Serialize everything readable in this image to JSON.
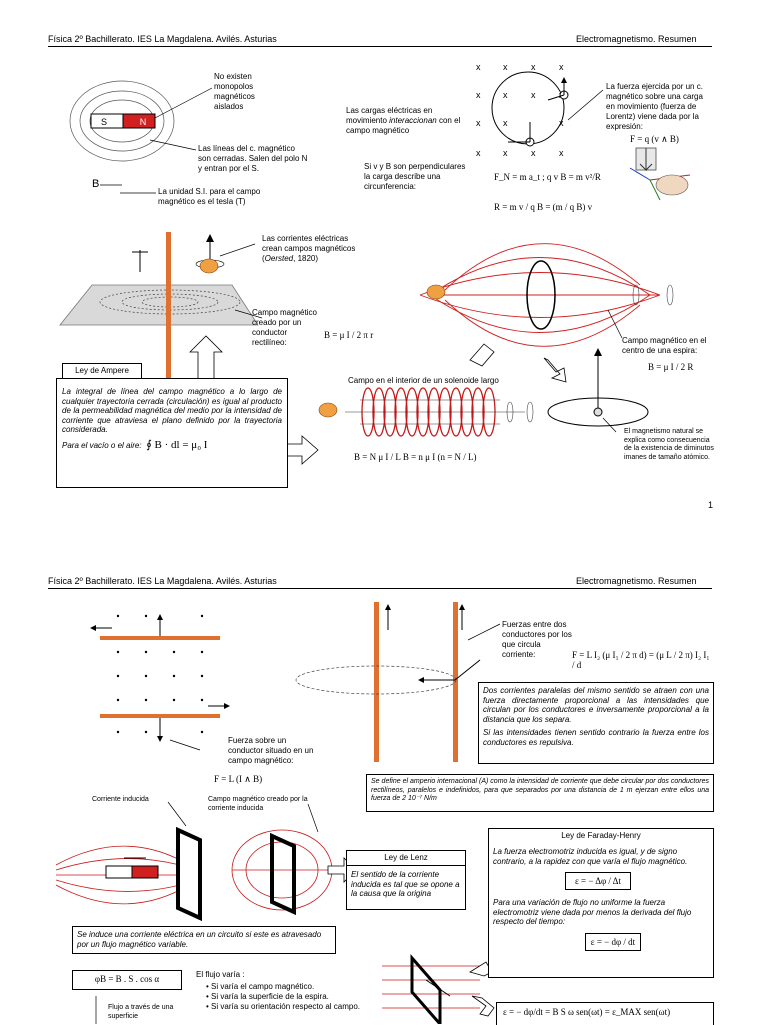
{
  "page1": {
    "header_left": "Física 2º Bachillerato. IES La Magdalena. Avilés. Asturias",
    "header_right": "Electromagnetismo. Resumen",
    "magnet_s": "S",
    "magnet_n": "N",
    "no_monopolos": "No existen monopolos magnéticos aislados",
    "lineas_cerradas": "Las líneas del c. magnético son cerradas. Salen del polo N y entran por el S.",
    "b_label": "B",
    "unidad_tesla": "La unidad S.I. para el campo magnético es el tesla (T)",
    "cargas_interaccionan_1": "Las cargas eléctricas en movimiento ",
    "cargas_interaccionan_it": "interaccionan",
    "cargas_interaccionan_2": " con el campo magnético",
    "perpendiculares": "Si v y B son perpendiculares la carga describe una circunferencia:",
    "lorentz": "La fuerza ejercida por un c. magnético sobre una carga en movimiento (fuerza de Lorentz) viene dada por la expresión:",
    "lorentz_formula": "F = q (v ∧ B)",
    "fn_formula": "F_N = m a_t ; q v B = m v²/R",
    "r_formula": "R = m v / q B = (m / q B) v",
    "oersted_1": "Las corrientes eléctricas crean campos magnéticos (",
    "oersted_it": "Oersted",
    "oersted_2": ", 1820)",
    "rectilineo": "Campo magnético creado por un conductor rectilíneo:",
    "rectilineo_formula": "B = μ I / 2 π r",
    "espira": "Campo magnético en el centro de una espira:",
    "espira_formula": "B = μ I / 2 R",
    "ampere_title": "Ley de Ampere",
    "ampere_text": "La integral de línea del campo magnético a lo largo de cualquier trayectoria cerrada (circulación) es igual al producto de la permeabilidad magnética del medio por la intensidad de corriente que atraviesa el plano definido por la trayectoria considerada.",
    "ampere_vacio": "Para el vacío o el aire:",
    "ampere_formula": "∮ B · dl = μ₀ I",
    "solenoide": "Campo en el interior de un solenoide largo",
    "solenoide_formula": "B = N μ I / L   B = n μ I  (n = N / L)",
    "magnetismo_natural": "El magnetismo natural se explica como consecuencia de la existencia de diminutos imanes de tamaño atómico.",
    "page_number": "1"
  },
  "page2": {
    "header_left": "Física 2º Bachillerato. IES La Magdalena. Avilés. Asturias",
    "header_right": "Electromagnetismo. Resumen",
    "fuerza_conductor": "Fuerza sobre un conductor situado en un campo magnético:",
    "fuerza_conductor_formula": "F = L (I ∧ B)",
    "fuerzas_entre": "Fuerzas entre dos conductores por los que circula corriente:",
    "fuerzas_formula": "F = L I₂ (μ I₁ / 2 π d) = (μ L / 2 π) I₂ I₁ / d",
    "paralelas_1": "Dos corrientes paralelas del mismo sentido se atraen con una fuerza directamente proporcional a las intensidades que circulan por los conductores e inversamente proporcional a la distancia que los separa.",
    "paralelas_2": "Si las intensidades tienen sentido contrario la fuerza entre los conductores es repulsiva.",
    "amperio": "Se define el amperio internacional (A) como la intensidad de corriente que debe circular por dos conductores rectilíneos, paralelos e indefinidos, para que separados por una distancia de 1 m ejerzan entre ellos una fuerza de 2 10⁻⁷ N/m",
    "corriente_inducida": "Corriente inducida",
    "campo_creado": "Campo magnético creado por la corriente inducida",
    "lenz_title": "Ley de Lenz",
    "lenz_text": "El sentido de la corriente inducida es tal que se opone a la causa que la origina",
    "faraday_title": "Ley de Faraday-Henry",
    "faraday_text": "La fuerza electromotriz inducida es igual, y de signo contrario, a la rapidez con que varía el flujo magnético.",
    "faraday_formula1": "ε = − Δφ / Δt",
    "faraday_text2": "Para una variación de flujo no uniforme la fuerza electromotriz viene dada por menos la derivada del flujo respecto del tiempo:",
    "faraday_formula2": "ε = − dφ / dt",
    "induce": "Se induce una corriente eléctrica en un circuito si este es atravesado por un flujo magnético variable.",
    "flujo_formula": "φB = B . S . cos α",
    "flujo_varia": "El flujo varía :",
    "flujo_items": [
      "Si varía el campo magnético.",
      "Si varía la superficie de la espira.",
      "Si varía su orientación respecto al campo."
    ],
    "flujo_traves": "Flujo a través de una superficie",
    "alternador_formula": "ε = − dφ/dt = B S ω sen(ωt) = ε_MAX sen(ωt)"
  }
}
